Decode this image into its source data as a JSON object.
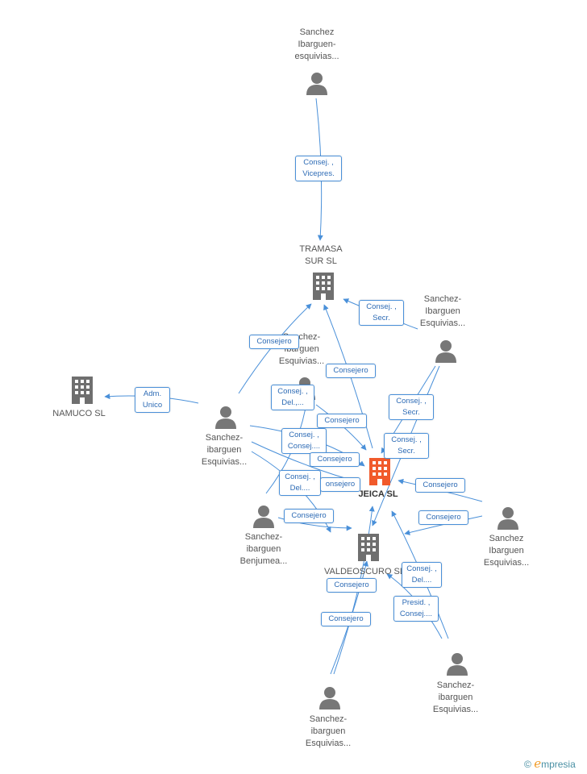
{
  "colors": {
    "edge": "#4a90d9",
    "person": "#777777",
    "company": "#6f6f6f",
    "focus": "#f15a2b"
  },
  "nodes": [
    {
      "id": "p_top",
      "kind": "person",
      "lines": [
        "Sanchez",
        "Ibarguen-",
        "esquivias..."
      ]
    },
    {
      "id": "tramasa",
      "kind": "company",
      "lines": [
        "TRAMASA",
        "SUR SL"
      ]
    },
    {
      "id": "p_right_upper",
      "kind": "person",
      "lines": [
        "Sanchez-",
        "Ibarguen",
        "Esquivias..."
      ]
    },
    {
      "id": "p_center_hidden",
      "kind": "person",
      "lines": [
        "Sanchez-",
        "Ibarguen",
        "Esquivias..."
      ]
    },
    {
      "id": "namuco",
      "kind": "company",
      "lines": [
        "NAMUCO SL"
      ]
    },
    {
      "id": "p_left",
      "kind": "person",
      "lines": [
        "Sanchez-",
        "ibarguen",
        "Esquivias..."
      ]
    },
    {
      "id": "jeica",
      "kind": "focus",
      "lines": [
        "JEICA SL"
      ]
    },
    {
      "id": "p_benjumea",
      "kind": "person",
      "lines": [
        "Sanchez-",
        "ibarguen",
        "Benjumea..."
      ]
    },
    {
      "id": "p_right",
      "kind": "person",
      "lines": [
        "Sanchez",
        "Ibarguen",
        "Esquivias..."
      ]
    },
    {
      "id": "valdeoscuro",
      "kind": "company",
      "lines": [
        "VALDEOSCURO SL"
      ]
    },
    {
      "id": "p_bottom_right",
      "kind": "person",
      "lines": [
        "Sanchez-",
        "ibarguen",
        "Esquivias..."
      ]
    },
    {
      "id": "p_bottom",
      "kind": "person",
      "lines": [
        "Sanchez-",
        "ibarguen",
        "Esquivias..."
      ]
    }
  ],
  "roles": [
    {
      "id": "r1",
      "lines": [
        "Consej. ,",
        "Vicepres."
      ]
    },
    {
      "id": "r2",
      "lines": [
        "Consej. ,",
        "Secr."
      ]
    },
    {
      "id": "r3",
      "lines": [
        "Consejero"
      ]
    },
    {
      "id": "r4",
      "lines": [
        "Consejero"
      ]
    },
    {
      "id": "r5",
      "lines": [
        "Adm.",
        "Unico"
      ]
    },
    {
      "id": "r6",
      "lines": [
        "Consej. ,",
        "Del.,..."
      ]
    },
    {
      "id": "r7",
      "lines": [
        "Consej. ,",
        "Secr."
      ]
    },
    {
      "id": "r8",
      "lines": [
        "Consejero"
      ]
    },
    {
      "id": "r9",
      "lines": [
        "Consej. ,",
        "Consej...."
      ]
    },
    {
      "id": "r10",
      "lines": [
        "Consej. ,",
        "Secr."
      ]
    },
    {
      "id": "r11",
      "lines": [
        "Consejero"
      ]
    },
    {
      "id": "r12",
      "lines": [
        "Consej. ,",
        "Del...."
      ]
    },
    {
      "id": "r13",
      "lines": [
        "onsejero"
      ]
    },
    {
      "id": "r14",
      "lines": [
        "Consejero"
      ]
    },
    {
      "id": "r15",
      "lines": [
        "Consejero"
      ]
    },
    {
      "id": "r16",
      "lines": [
        "Consejero"
      ]
    },
    {
      "id": "r17",
      "lines": [
        "Consejero"
      ]
    },
    {
      "id": "r18",
      "lines": [
        "Consej. ,",
        "Del...."
      ]
    },
    {
      "id": "r19",
      "lines": [
        "Presid. ,",
        "Consej...."
      ]
    },
    {
      "id": "r20",
      "lines": [
        "Consejero"
      ]
    }
  ],
  "footer": {
    "copyright": "©",
    "brand_initial": "e",
    "brand_rest": "mpresia"
  }
}
